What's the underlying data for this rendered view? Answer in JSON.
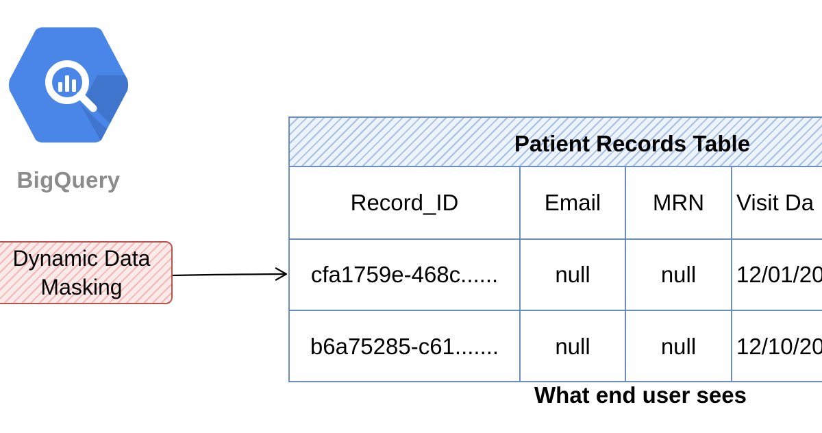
{
  "logo": {
    "label": "BigQuery",
    "icon": "bigquery-hexagon-icon",
    "colors": {
      "hexagon": "#4a86e8",
      "shadow": "#3d6fc6",
      "glyph": "#ffffff"
    }
  },
  "masking": {
    "label": "Dynamic Data\nMasking",
    "fill": "#f8cecc",
    "stroke": "#b85450"
  },
  "table": {
    "title": "Patient Records Table",
    "headers": [
      "Record_ID",
      "Email",
      "MRN",
      "Visit Da"
    ],
    "rows": [
      [
        "cfa1759e-468c......",
        "null",
        "null",
        "12/01/20"
      ],
      [
        "b6a75285-c61.......",
        "null",
        "null",
        "12/10/20"
      ]
    ],
    "border_color": "#6c8ebf"
  },
  "caption": "What end user sees"
}
